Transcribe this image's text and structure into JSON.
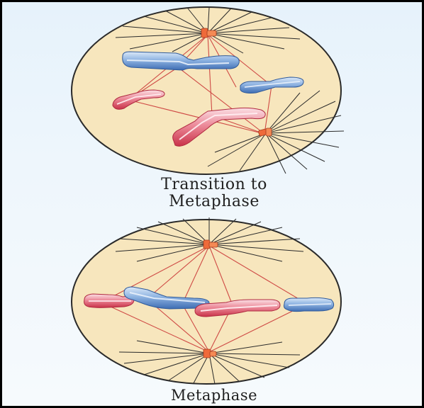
{
  "labels": {
    "transition_line1": "Transition to",
    "transition_line2": "Metaphase",
    "metaphase": "Metaphase"
  },
  "colors": {
    "cell_fill": "#f7e6bd",
    "cell_outline": "#2a2a2a",
    "spindle": "#cf4a45",
    "aster_rays": "#2a2a2a",
    "centrosome": "#ef6a3a",
    "chromosome_blue": "#4b7ec2",
    "chromosome_blue_light": "#bfd6f1",
    "chromosome_red": "#d64459",
    "chromosome_red_light": "#f5c3cc",
    "background": "#eaf4fb"
  },
  "icons": [
    "centrosome-icon",
    "chromosome-icon",
    "aster-icon"
  ]
}
